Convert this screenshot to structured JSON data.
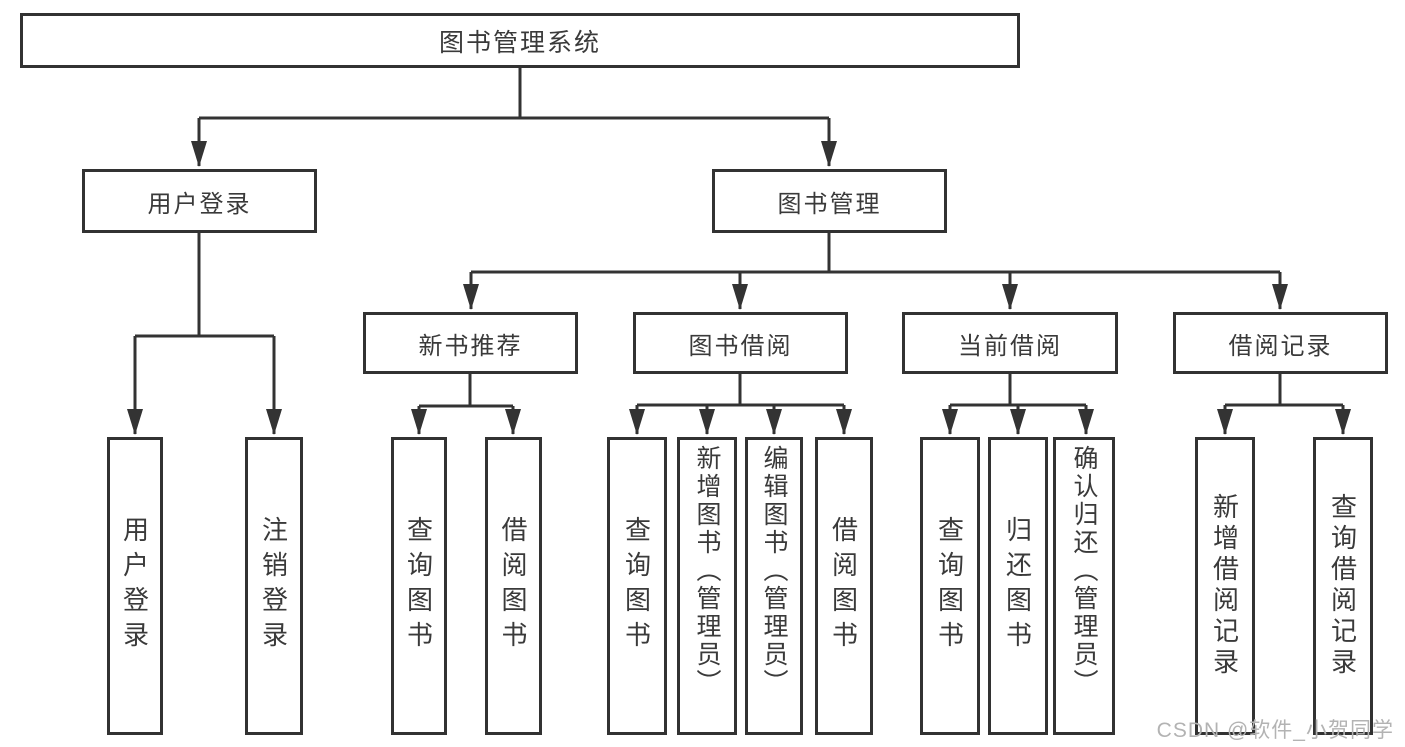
{
  "tree": {
    "label": "图书管理系统",
    "children": [
      {
        "label": "用户登录",
        "children": [
          {
            "label": "用户登录"
          },
          {
            "label": "注销登录"
          }
        ]
      },
      {
        "label": "图书管理",
        "children": [
          {
            "label": "新书推荐",
            "children": [
              {
                "label": "查询图书"
              },
              {
                "label": "借阅图书"
              }
            ]
          },
          {
            "label": "图书借阅",
            "children": [
              {
                "label": "查询图书"
              },
              {
                "label": "新增图书（管理员）"
              },
              {
                "label": "编辑图书（管理员）"
              },
              {
                "label": "借阅图书"
              }
            ]
          },
          {
            "label": "当前借阅",
            "children": [
              {
                "label": "查询图书"
              },
              {
                "label": "归还图书"
              },
              {
                "label": "确认归还（管理员）"
              }
            ]
          },
          {
            "label": "借阅记录",
            "children": [
              {
                "label": "新增借阅记录"
              },
              {
                "label": "查询借阅记录"
              }
            ]
          }
        ]
      }
    ]
  },
  "watermark": "CSDN @软件_小贺同学",
  "colors": {
    "line": "#333333",
    "box_border": "#323232",
    "text": "#3a3a3a",
    "watermark": "#b3b3b3",
    "background": "#ffffff"
  }
}
